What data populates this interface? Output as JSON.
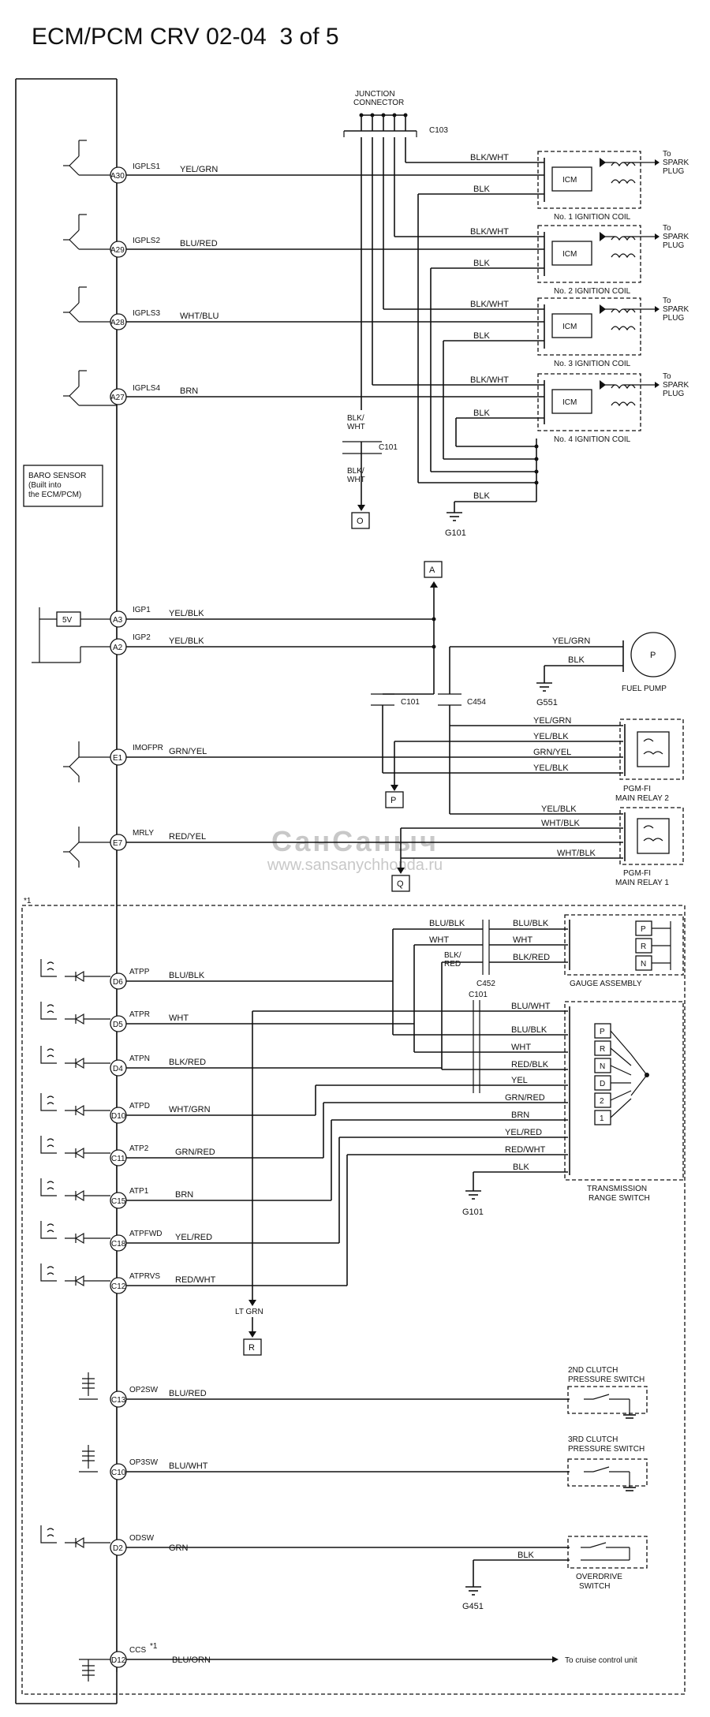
{
  "title": "ECM/PCM CRV 02-04  3 of 5",
  "watermark": {
    "brand": "СанСаныч",
    "url": "www.sansanychhonda.ru"
  },
  "junction": {
    "line1": "JUNCTION",
    "line2": "CONNECTOR",
    "connector": "C103"
  },
  "ignition": [
    {
      "pin": "A30",
      "signal": "IGPLS1",
      "wire": "YEL/GRN",
      "coil": "No. 1 IGNITION COIL"
    },
    {
      "pin": "A29",
      "signal": "IGPLS2",
      "wire": "BLU/RED",
      "coil": "No. 2 IGNITION COIL"
    },
    {
      "pin": "A28",
      "signal": "IGPLS3",
      "wire": "WHT/BLU",
      "coil": "No. 3 IGNITION COIL"
    },
    {
      "pin": "A27",
      "signal": "IGPLS4",
      "wire": "BRN",
      "coil": "No. 4 IGNITION COIL"
    }
  ],
  "coil_common": {
    "feed": "BLK/WHT",
    "ground": "BLK",
    "icm": "ICM",
    "to1": "To",
    "to2": "SPARK",
    "to3": "PLUG"
  },
  "c101_top": {
    "wire_a": "BLK/",
    "wire_b": "WHT",
    "connector": "C101",
    "wire_c": "BLK/",
    "wire_d": "WHT",
    "ref": "O"
  },
  "g101_top": {
    "wire": "BLK",
    "ground": "G101"
  },
  "baro": {
    "l1": "BARO SENSOR",
    "l2": "(Built into",
    "l3": "the ECM/PCM)"
  },
  "power": {
    "ref_a": "A",
    "supply": "5V",
    "igp1": {
      "pin": "A3",
      "signal": "IGP1",
      "wire": "YEL/BLK"
    },
    "igp2": {
      "pin": "A2",
      "signal": "IGP2",
      "wire": "YEL/BLK"
    },
    "c101": "C101",
    "c454": "C454"
  },
  "fuel_pump": {
    "feed": "YEL/GRN",
    "ground_wire": "BLK",
    "ground": "G551",
    "symbol": "P",
    "label": "FUEL PUMP"
  },
  "relay2": {
    "pin": "E1",
    "signal": "IMOFPR",
    "wire": "GRN/YEL",
    "ref": "P",
    "wires": [
      "YEL/GRN",
      "YEL/BLK",
      "GRN/YEL",
      "YEL/BLK"
    ],
    "l1": "PGM-FI",
    "l2": "MAIN RELAY 2"
  },
  "relay1": {
    "pin": "E7",
    "signal": "MRLY",
    "wire": "RED/YEL",
    "ref": "Q",
    "wires": [
      "YEL/BLK",
      "WHT/BLK",
      "WHT/BLK"
    ],
    "l1": "PGM-FI",
    "l2": "MAIN RELAY 1"
  },
  "at_note": "*1",
  "gauge": {
    "wires": [
      "BLU/BLK",
      "WHT",
      "BLK/RED"
    ],
    "positions": [
      "P",
      "R",
      "N"
    ],
    "connector": "C452",
    "left1": "BLK/",
    "left2": "RED",
    "label": "GAUGE ASSEMBLY"
  },
  "at_inputs": [
    {
      "pin": "D6",
      "signal": "ATPP",
      "wire": "BLU/BLK"
    },
    {
      "pin": "D5",
      "signal": "ATPR",
      "wire": "WHT"
    },
    {
      "pin": "D4",
      "signal": "ATPN",
      "wire": "BLK/RED"
    },
    {
      "pin": "D10",
      "signal": "ATPD",
      "wire": "WHT/GRN"
    },
    {
      "pin": "C11",
      "signal": "ATP2",
      "wire": "GRN/RED"
    },
    {
      "pin": "C15",
      "signal": "ATP1",
      "wire": "BRN"
    },
    {
      "pin": "C18",
      "signal": "ATPFWD",
      "wire": "YEL/RED"
    },
    {
      "pin": "C12",
      "signal": "ATPRVS",
      "wire": "RED/WHT"
    }
  ],
  "trs": {
    "connector": "C101",
    "wires": [
      "BLU/WHT",
      "BLU/BLK",
      "WHT",
      "RED/BLK",
      "YEL",
      "GRN/RED",
      "BRN",
      "YEL/RED",
      "RED/WHT",
      "BLK"
    ],
    "positions": [
      "P",
      "R",
      "N",
      "D",
      "2",
      "1"
    ],
    "ground": "G101",
    "l1": "TRANSMISSION",
    "l2": "RANGE SWITCH"
  },
  "ltgrn": {
    "wire": "LT GRN",
    "ref": "R"
  },
  "op2": {
    "pin": "C13",
    "signal": "OP2SW",
    "wire": "BLU/RED",
    "l1": "2ND CLUTCH",
    "l2": "PRESSURE SWITCH"
  },
  "op3": {
    "pin": "C10",
    "signal": "OP3SW",
    "wire": "BLU/WHT",
    "l1": "3RD CLUTCH",
    "l2": "PRESSURE SWITCH"
  },
  "od": {
    "pin": "D2",
    "signal": "ODSW",
    "wire": "GRN",
    "ground_wire": "BLK",
    "ground": "G451",
    "l1": "OVERDRIVE",
    "l2": "SWITCH"
  },
  "ccs": {
    "pin": "D12",
    "signal": "CCS",
    "note": "*1",
    "wire": "BLU/ORN",
    "dest": "To cruise control unit"
  }
}
